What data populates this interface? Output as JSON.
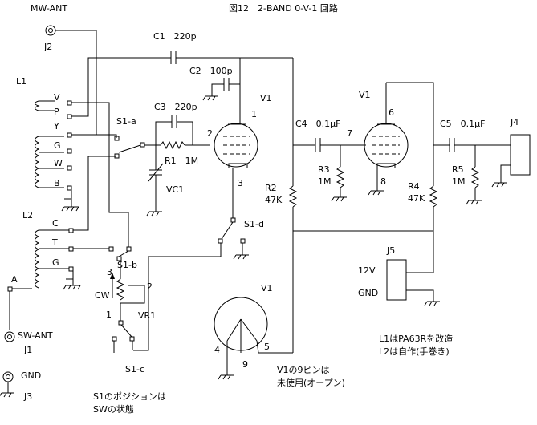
{
  "title": "図12　2-BAND 0-V-1 回路",
  "connectors": {
    "mw_ant": "MW-ANT",
    "j2": "J2",
    "sw_ant": "SW-ANT",
    "j1": "J1",
    "gnd": "GND",
    "j3": "J3",
    "j4": "J4",
    "j5": "J5",
    "v12": "12V",
    "gnd2": "GND"
  },
  "coils": {
    "l1": "L1",
    "l2": "L2",
    "taps_l1": [
      "V",
      "P",
      "Y",
      "G",
      "W",
      "B"
    ],
    "taps_l2": [
      "C",
      "T",
      "G"
    ],
    "node_a": "A"
  },
  "capacitors": {
    "c1": "C1　220p",
    "c2": "C2　100p",
    "c3": "C3　220p",
    "c4": "C4　0.1μF",
    "c5": "C5　0.1μF",
    "vc1": "VC1"
  },
  "resistors": {
    "r1": "R1　1M",
    "r2": "R2",
    "r2v": "47K",
    "r3": "R3",
    "r3v": "1M",
    "r4": "R4",
    "r4v": "47K",
    "r5": "R5",
    "r5v": "1M",
    "vr1": "VR1",
    "cw": "CW"
  },
  "switches": {
    "s1a": "S1-a",
    "s1b": "S1-b",
    "s1c": "S1-c",
    "s1d": "S1-d"
  },
  "tubes": {
    "v1a": "V1",
    "v1b": "V1",
    "v1c": "V1"
  },
  "pins": {
    "p1": "1",
    "p2": "2",
    "p3": "3",
    "p6": "6",
    "p7": "7",
    "p8": "8",
    "p4": "4",
    "p9": "9",
    "p5": "5",
    "vr_3": "3",
    "vr_2": "2",
    "vr_1": "1"
  },
  "notes": {
    "pin9_1": "V1の9ピンは",
    "pin9_2": "未使用(オープン)",
    "l1_note": "L1はPA63Rを改造",
    "l2_note": "L2は自作(手巻き)",
    "sw_note1": "S1のポジションは",
    "sw_note2": "SWの状態"
  }
}
